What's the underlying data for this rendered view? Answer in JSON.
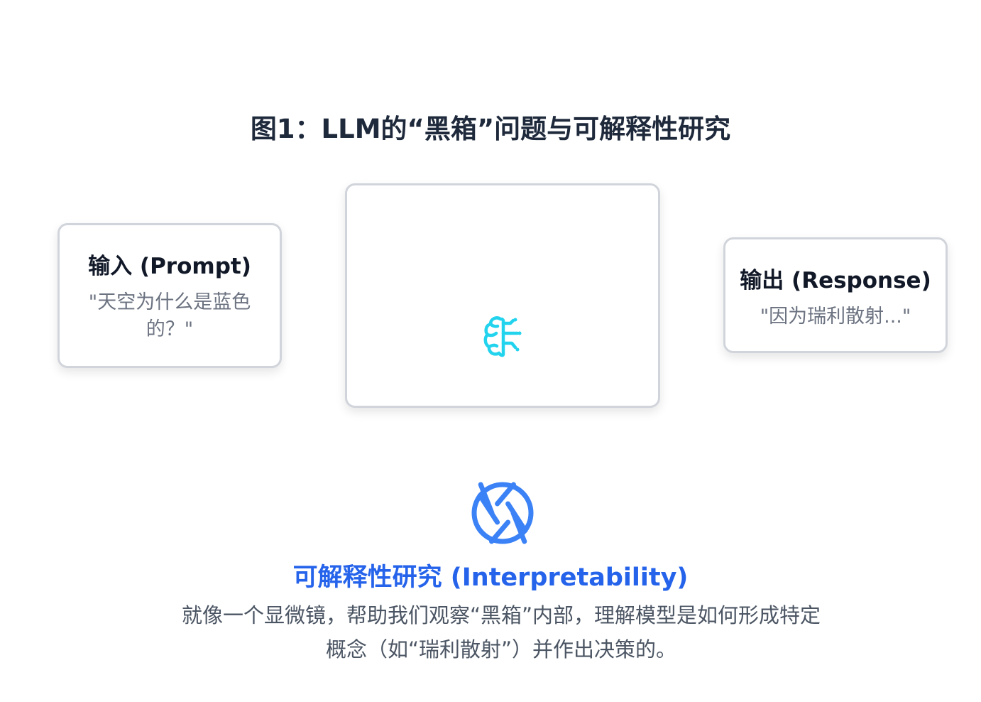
{
  "figure": {
    "title": "图1：LLM的“黑箱”问题与可解释性研究"
  },
  "input_card": {
    "heading": "输入 (Prompt)",
    "text": "\"天空为什么是蓝色的？\""
  },
  "model_card": {
    "icon": "brain-icon",
    "icon_color": "#22d3ee"
  },
  "output_card": {
    "heading": "输出 (Response)",
    "text": "\"因为瑞利散射...\""
  },
  "research": {
    "icon": "aperture-icon",
    "icon_color": "#3b82f6",
    "title": "可解释性研究 (Interpretability)",
    "title_color": "#2563eb",
    "description": "就像一个显微镜，帮助我们观察“黑箱”内部，理解模型是如何形成特定概念（如“瑞利散射”）并作出决策的。"
  }
}
